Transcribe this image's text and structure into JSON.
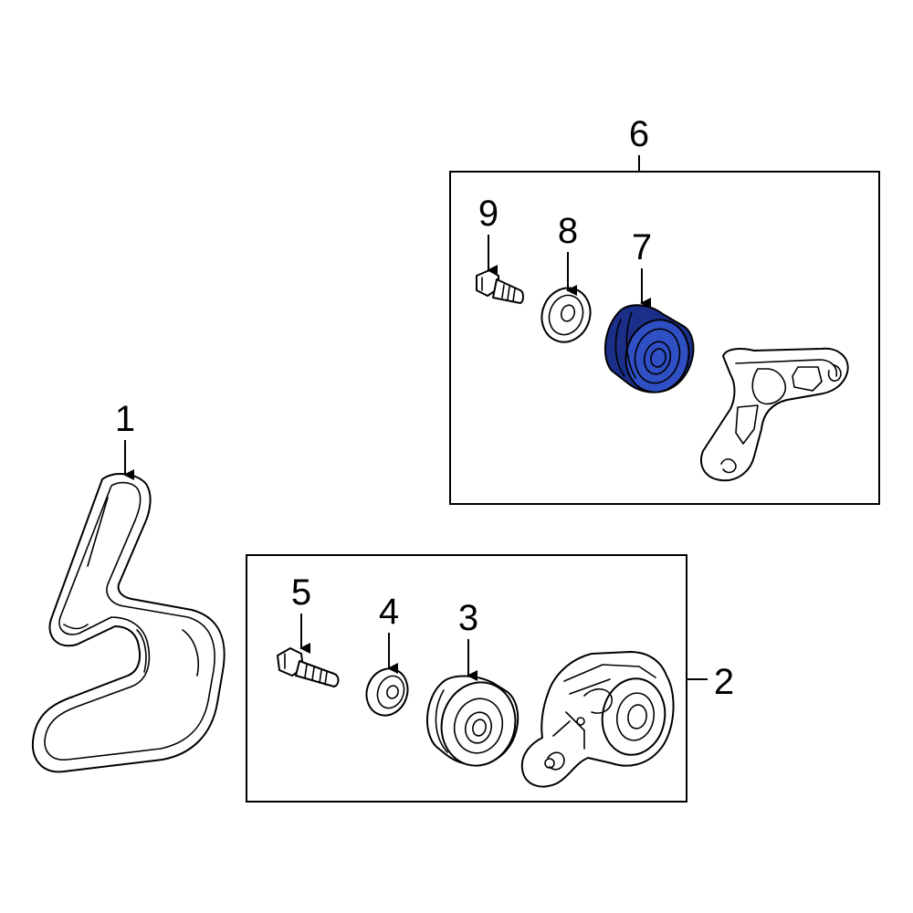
{
  "colors": {
    "highlight": "#2f4fc4",
    "highlight_shade": "#1c2f88",
    "line": "#000000",
    "background": "#ffffff"
  },
  "callouts": {
    "c1": "1",
    "c2": "2",
    "c3": "3",
    "c4": "4",
    "c5": "5",
    "c6": "6",
    "c7": "7",
    "c8": "8",
    "c9": "9"
  },
  "highlighted_part": "7"
}
